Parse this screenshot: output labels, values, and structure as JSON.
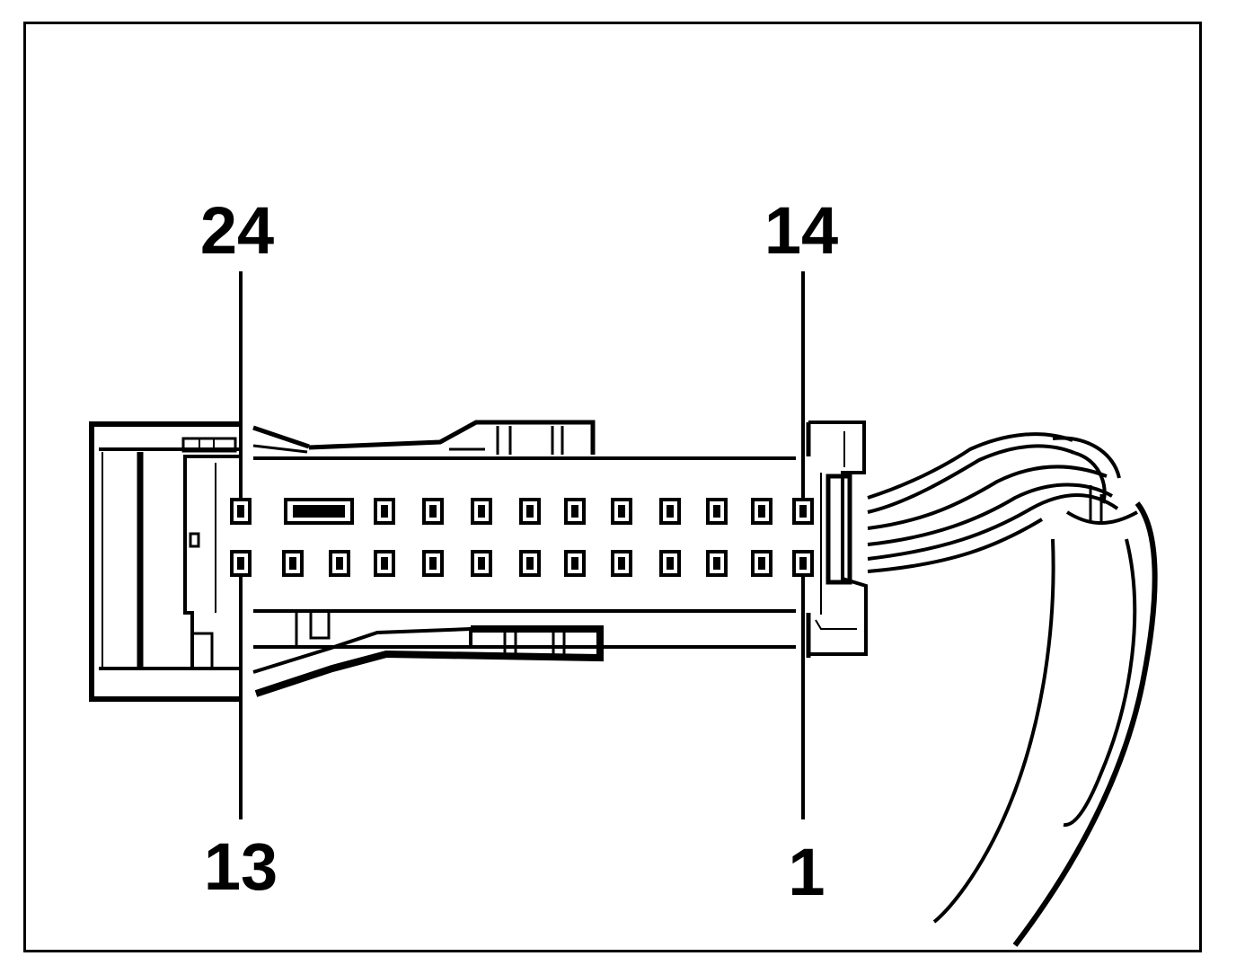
{
  "diagram": {
    "labels": {
      "top_left": "24",
      "top_right": "14",
      "bottom_left": "13",
      "bottom_right": "1"
    }
  }
}
